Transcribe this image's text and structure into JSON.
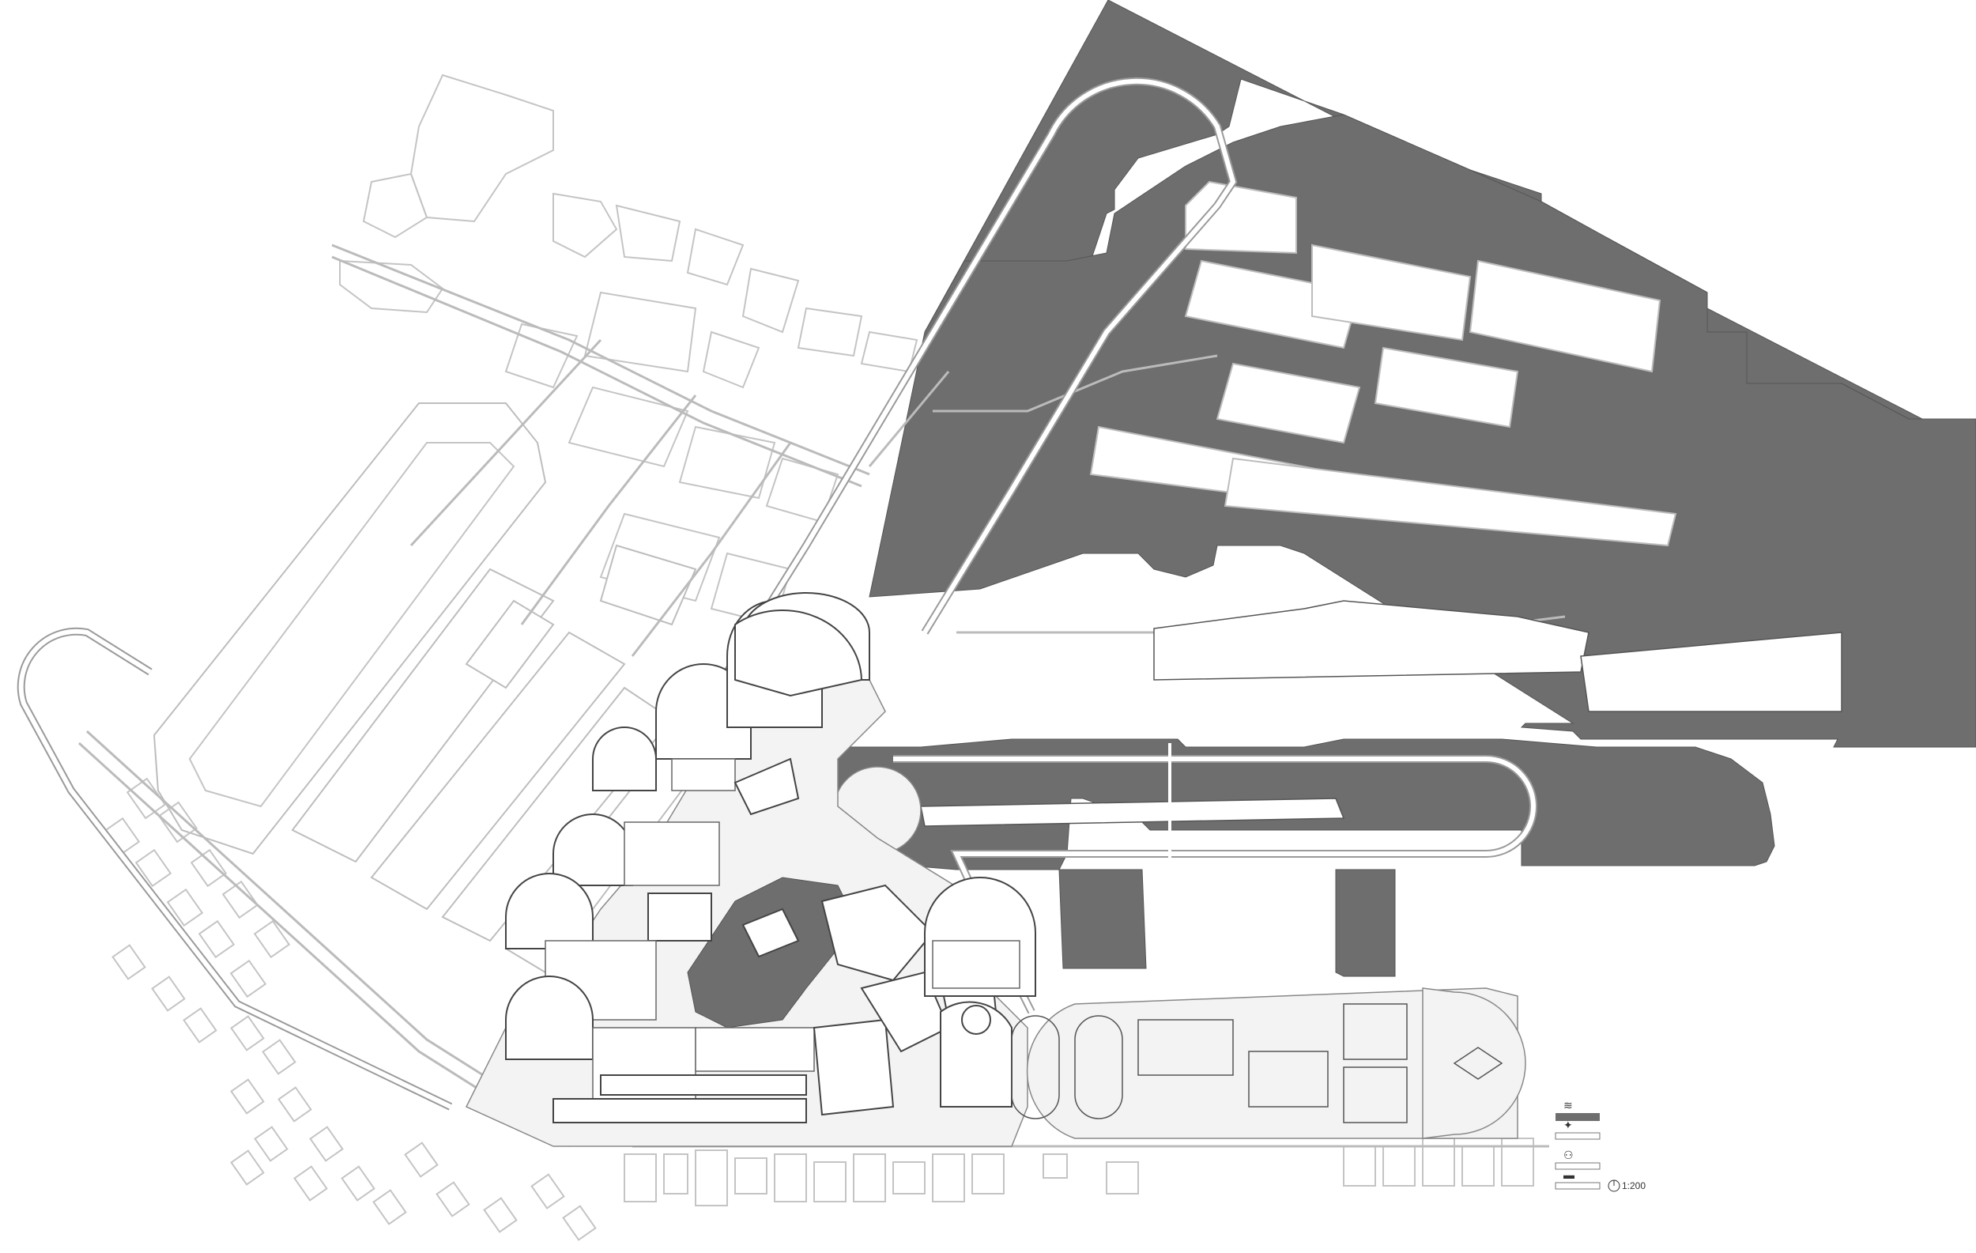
{
  "map": {
    "colors": {
      "water": "#6e6e6e",
      "ghost_buildings": "#c4c4c4",
      "new_buildings": "#444444",
      "park_fill": "#f3f3f3"
    }
  },
  "legend": {
    "items": [
      {
        "icon": "swimmer-icon",
        "style": "water-fill"
      },
      {
        "icon": "pedestrian-icon",
        "style": "light-bar"
      },
      {
        "icon": "bicycle-icon",
        "style": "light-bar"
      },
      {
        "icon": "car-icon",
        "style": "light-bar"
      }
    ],
    "scale_text": "1:200",
    "scale_icon": "north-arrow-icon"
  }
}
